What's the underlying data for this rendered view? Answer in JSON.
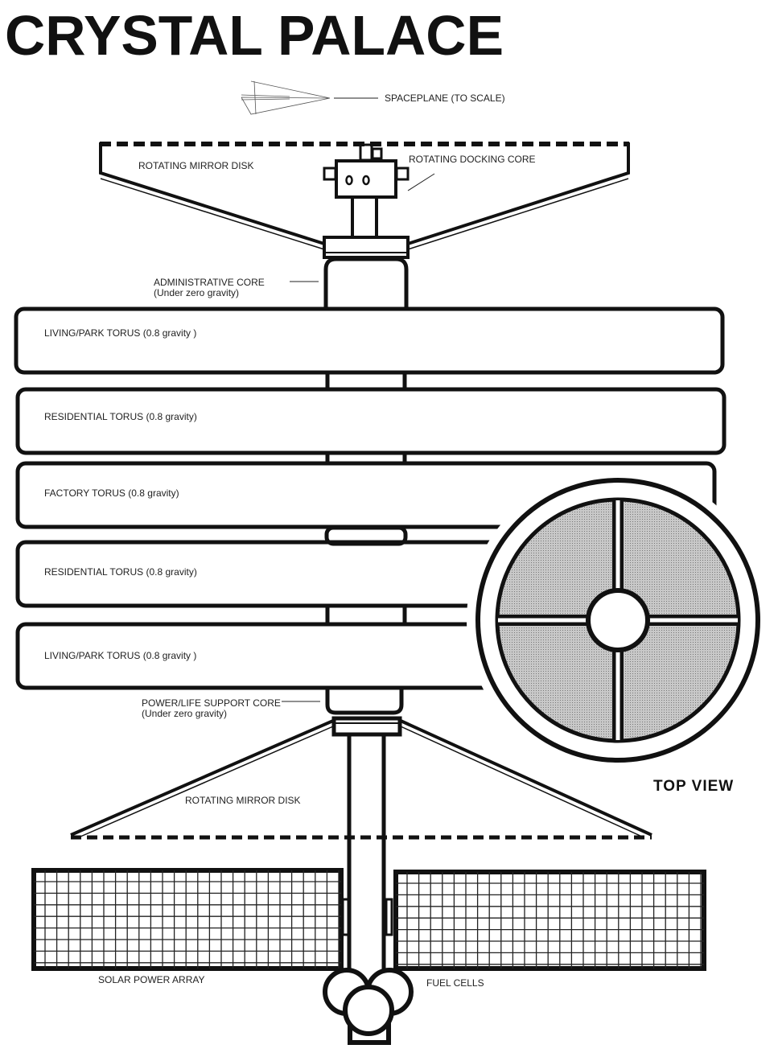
{
  "title": "CRYSTAL PALACE",
  "labels": {
    "spaceplane": "SPACEPLANE (TO SCALE)",
    "top_mirror": "ROTATING MIRROR DISK",
    "docking_core": "ROTATING DOCKING CORE",
    "admin_core": "ADMINISTRATIVE CORE",
    "admin_core_note": "(Under zero gravity)",
    "power_core": "POWER/LIFE SUPPORT CORE",
    "power_core_note": "(Under zero  gravity)",
    "bottom_mirror": "ROTATING MIRROR DISK",
    "solar": "SOLAR POWER ARRAY",
    "fuel_cells": "FUEL CELLS",
    "top_view": "TOP  VIEW"
  },
  "tori": [
    {
      "label": "LIVING/PARK TORUS (0.8 gravity )"
    },
    {
      "label": "RESIDENTIAL TORUS (0.8 gravity)"
    },
    {
      "label": "FACTORY TORUS (0.8 gravity)"
    },
    {
      "label": "RESIDENTIAL TORUS (0.8 gravity)"
    },
    {
      "label": "LIVING/PARK TORUS (0.8 gravity )"
    }
  ],
  "colors": {
    "ink": "#111111",
    "fill": "#b8b8b8"
  }
}
